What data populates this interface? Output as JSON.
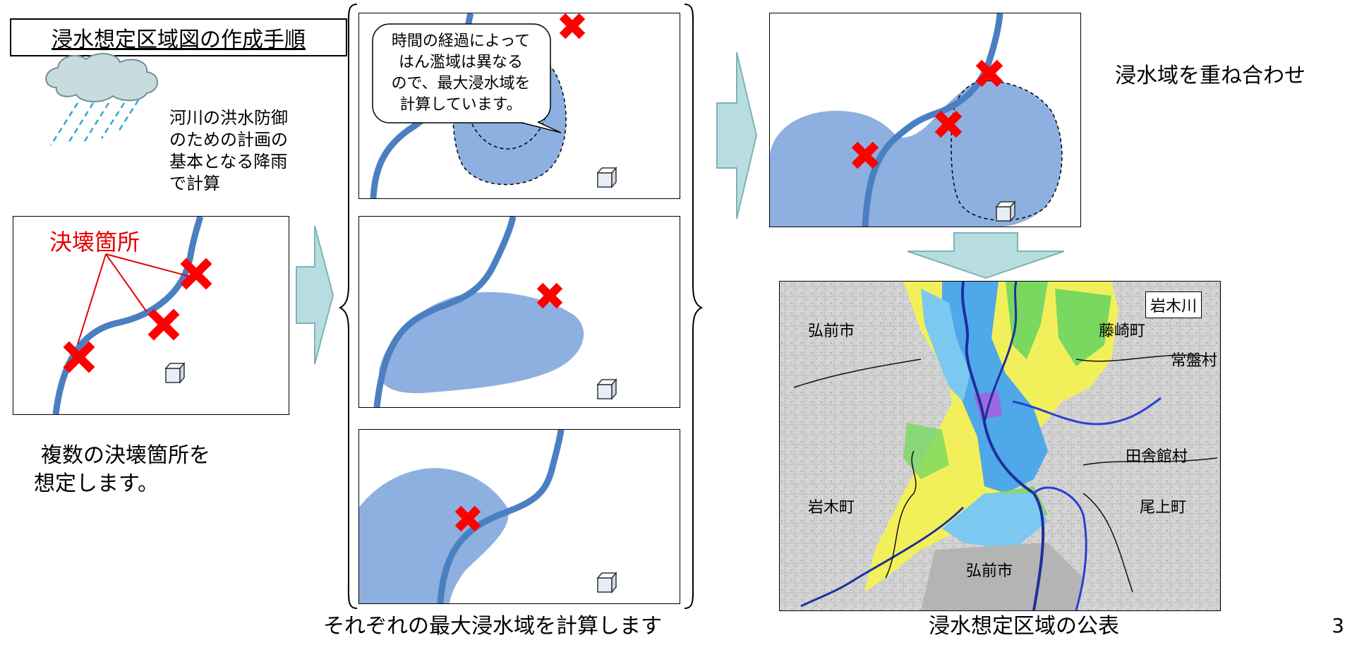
{
  "title": "浸水想定区域図の作成手順",
  "rain_note": [
    "河川の洪水防御",
    "のための計画の",
    "基本となる降雨",
    "で計算"
  ],
  "breach_label": "決壊箇所",
  "multi_breach_caption": [
    "複数の決壊箇所を",
    "想定します。"
  ],
  "bubble_text": [
    "時間の経過によって",
    "はん濫域は異なる",
    "ので、最大浸水域を",
    "計算しています。"
  ],
  "center_caption": "それぞれの最大浸水域を計算します",
  "overlay_caption": "浸水域を重ね合わせ",
  "publish_caption": "浸水想定区域の公表",
  "map": {
    "river_name": "岩木川",
    "places": {
      "hirosaki_nw": "弘前市",
      "fujisaki": "藤崎町",
      "tokiwa": "常盤村",
      "inakadate": "田舎館村",
      "iwaki": "岩木町",
      "onoe": "尾上町",
      "hirosaki_s": "弘前市"
    }
  },
  "page_number": "3",
  "colors": {
    "river": "#4a7fc1",
    "flood": "#8db0e0",
    "breach_mark": "#ff0000",
    "arrow_fill": "#b7dde0",
    "cloud": "#c8dce0"
  }
}
